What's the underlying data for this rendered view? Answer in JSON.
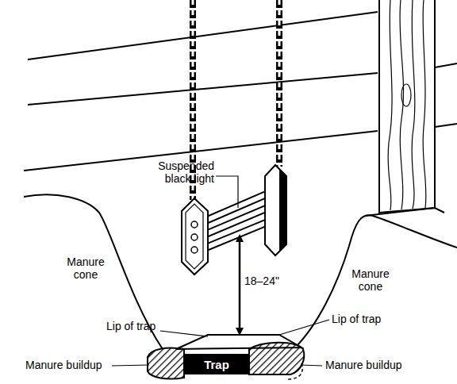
{
  "diagram": {
    "nodes": [
      {
        "text": [
          "Trap"
        ]
      }
    ],
    "labels": [
      "Suspended black light",
      "Manure cone",
      "Manure cone",
      "18–24\"",
      "Lip of trap",
      "Lip of trap",
      "Manure buildup",
      "Manure buildup"
    ]
  }
}
